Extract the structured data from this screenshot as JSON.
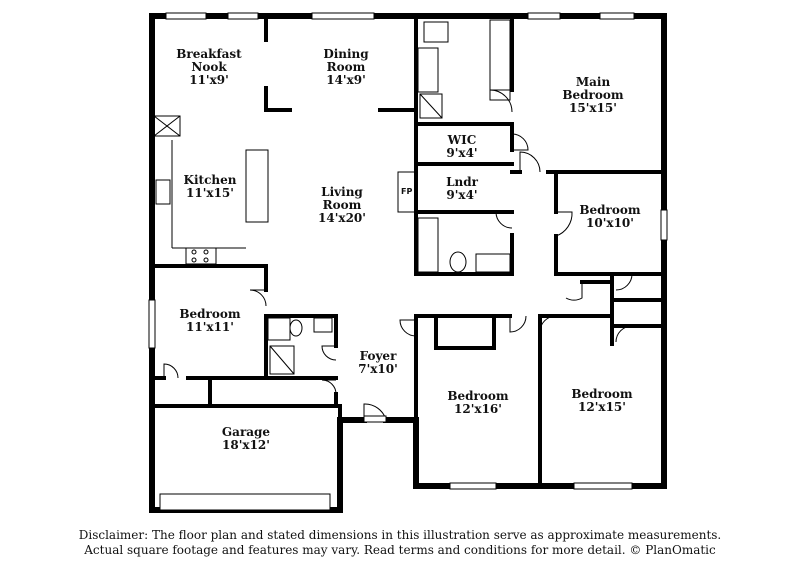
{
  "rooms": {
    "breakfast_nook": {
      "name": "Breakfast\nNook",
      "dim": "11'x9'"
    },
    "dining_room": {
      "name": "Dining\nRoom",
      "dim": "14'x9'"
    },
    "main_bedroom": {
      "name": "Main\nBedroom",
      "dim": "15'x15'"
    },
    "wic": {
      "name": "WIC",
      "dim": "9'x4'"
    },
    "kitchen": {
      "name": "Kitchen",
      "dim": "11'x15'"
    },
    "living_room": {
      "name": "Living\nRoom",
      "dim": "14'x20'"
    },
    "lndr": {
      "name": "Lndr",
      "dim": "9'x4'"
    },
    "bedroom_right": {
      "name": "Bedroom",
      "dim": "10'x10'"
    },
    "bedroom_left": {
      "name": "Bedroom",
      "dim": "11'x11'"
    },
    "foyer": {
      "name": "Foyer",
      "dim": "7'x10'"
    },
    "bedroom_center": {
      "name": "Bedroom",
      "dim": "12'x16'"
    },
    "bedroom_se": {
      "name": "Bedroom",
      "dim": "12'x15'"
    },
    "garage": {
      "name": "Garage",
      "dim": "18'x12'"
    }
  },
  "fireplace_label": "FP",
  "disclaimer": {
    "line1": "Disclaimer: The floor plan and stated dimensions in this illustration serve as approximate measurements.",
    "line2": "Actual square footage and features may vary. Read terms and conditions for more detail. © PlanOmatic"
  }
}
